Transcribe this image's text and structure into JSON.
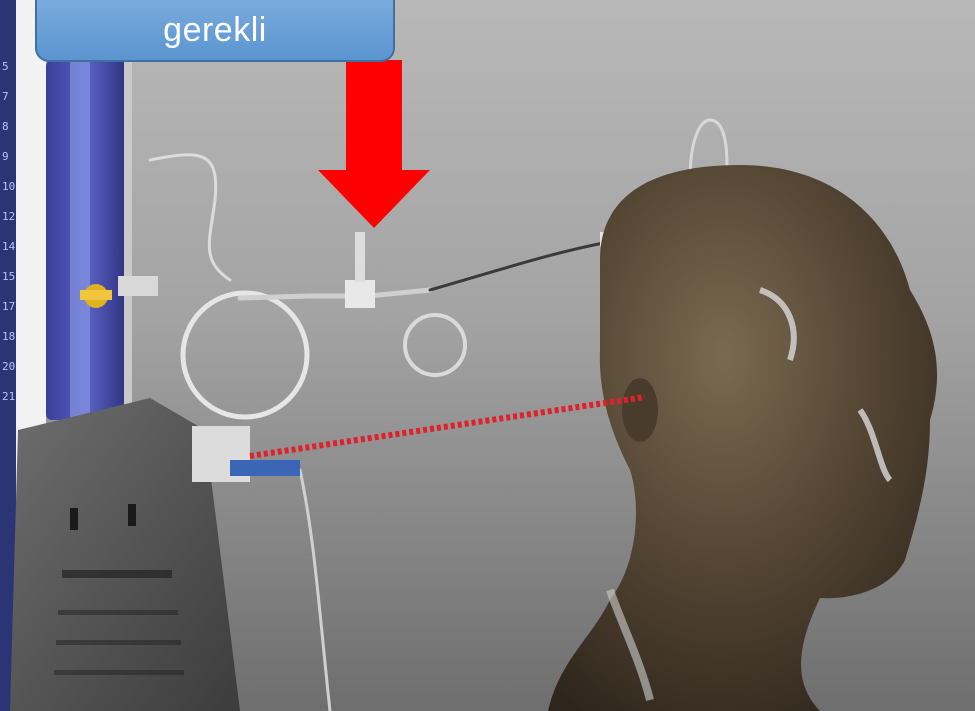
{
  "callout": {
    "text": "gerekli"
  },
  "colors": {
    "callout_fill": "#5b95d0",
    "callout_border": "#3f6fa3",
    "arrow": "#ff0000",
    "laser": "#e0202a",
    "background": "#a6a6a6"
  },
  "objects": {
    "arrow_icon": "down-arrow-icon",
    "head": "mannequin-head",
    "stand": "pressure-column-stand",
    "catheter": "catheter-loop-set",
    "laser": "laser-beam"
  }
}
